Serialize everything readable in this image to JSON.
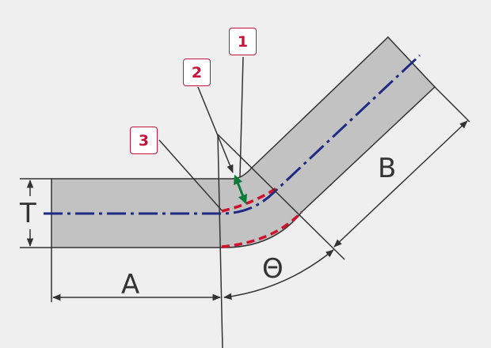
{
  "callouts": [
    {
      "label": "1"
    },
    {
      "label": "2"
    },
    {
      "label": "3"
    }
  ],
  "dimensions": {
    "thickness": "T",
    "leg_a": "A",
    "leg_b": "B",
    "angle": "Θ"
  },
  "colors": {
    "pipe_fill": "#c1c2c1",
    "outline": "#333333",
    "centerline": "#1e2a84",
    "bend_marks": "#d0112b",
    "thickness_arrow": "#0e7a3a",
    "callout": "#c8143a"
  }
}
